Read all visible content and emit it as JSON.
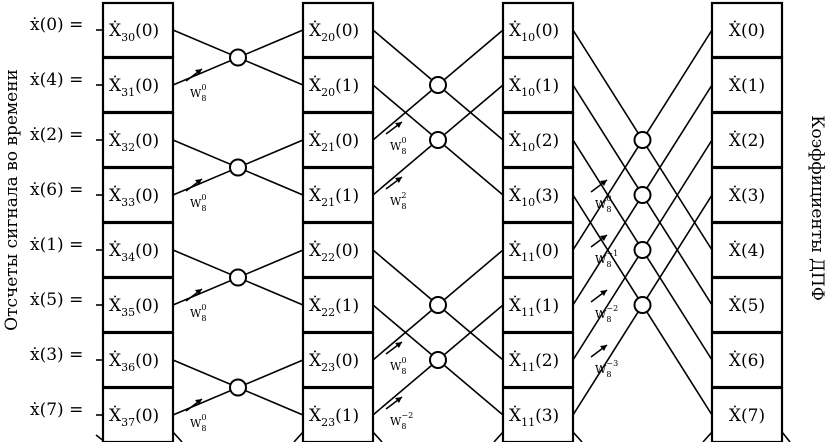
{
  "inputs": [
    "ẋ(0) =",
    "ẋ(4) =",
    "ẋ(2) =",
    "ẋ(6) =",
    "ẋ(1) =",
    "ẋ(5) =",
    "ẋ(3) =",
    "ẋ(7) ="
  ],
  "stage1": [
    [
      "30",
      "(0)"
    ],
    [
      "31",
      "(0)"
    ],
    [
      "32",
      "(0)"
    ],
    [
      "33",
      "(0)"
    ],
    [
      "34",
      "(0)"
    ],
    [
      "35",
      "(0)"
    ],
    [
      "36",
      "(0)"
    ],
    [
      "37",
      "(0)"
    ]
  ],
  "stage2": [
    [
      "20",
      "(0)"
    ],
    [
      "20",
      "(1)"
    ],
    [
      "21",
      "(0)"
    ],
    [
      "21",
      "(1)"
    ],
    [
      "22",
      "(0)"
    ],
    [
      "22",
      "(1)"
    ],
    [
      "23",
      "(0)"
    ],
    [
      "23",
      "(1)"
    ]
  ],
  "stage3": [
    [
      "10",
      "(0)"
    ],
    [
      "10",
      "(1)"
    ],
    [
      "10",
      "(2)"
    ],
    [
      "10",
      "(3)"
    ],
    [
      "11",
      "(0)"
    ],
    [
      "11",
      "(1)"
    ],
    [
      "11",
      "(2)"
    ],
    [
      "11",
      "(3)"
    ]
  ],
  "outputs": [
    "(0)",
    "(1)",
    "(2)",
    "(3)",
    "(4)",
    "(5)",
    "(6)",
    "(7)"
  ],
  "cell_symbol": "Ẋ",
  "twiddle_base": "W",
  "twiddle_sub": "8",
  "twiddles_stage1": [
    "0",
    "0",
    "0",
    "0"
  ],
  "twiddles_stage2": [
    "0",
    "2",
    "0",
    "−2"
  ],
  "twiddles_stage3": [
    "0",
    "−1",
    "−2",
    "−3"
  ],
  "left_axis_label": "Отсчеты сигнала во времени",
  "right_axis_label": "Коэффициенты ДПФ"
}
